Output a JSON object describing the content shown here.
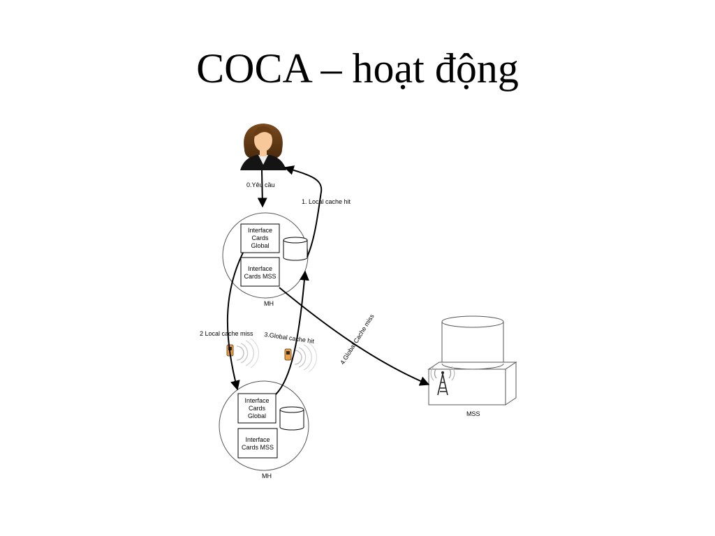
{
  "slide": {
    "title": "COCA – hoạt động"
  },
  "nodes": {
    "mh_top": {
      "label": "MH",
      "box_global": [
        "Interface",
        "Cards",
        "Global"
      ],
      "box_mss": [
        "Interface",
        "Cards MSS"
      ]
    },
    "mh_bottom": {
      "label": "MH",
      "box_global": [
        "Interface",
        "Cards",
        "Global"
      ],
      "box_mss": [
        "Interface",
        "Cards MSS"
      ]
    },
    "mss": {
      "label": "MSS"
    }
  },
  "edges": {
    "request": "0.Yêu cầu",
    "local_hit": "1. Local cache hit",
    "local_miss": "2 Local cache miss",
    "global_hit": "3.Global cache hit",
    "global_miss": "4.Global Cache miss"
  },
  "colors": {
    "line": "#000000",
    "node_fill": "#ffffff",
    "node_stroke": "#555555",
    "hair": "#5a3210",
    "skin": "#f6c89a",
    "suit": "#141414"
  }
}
